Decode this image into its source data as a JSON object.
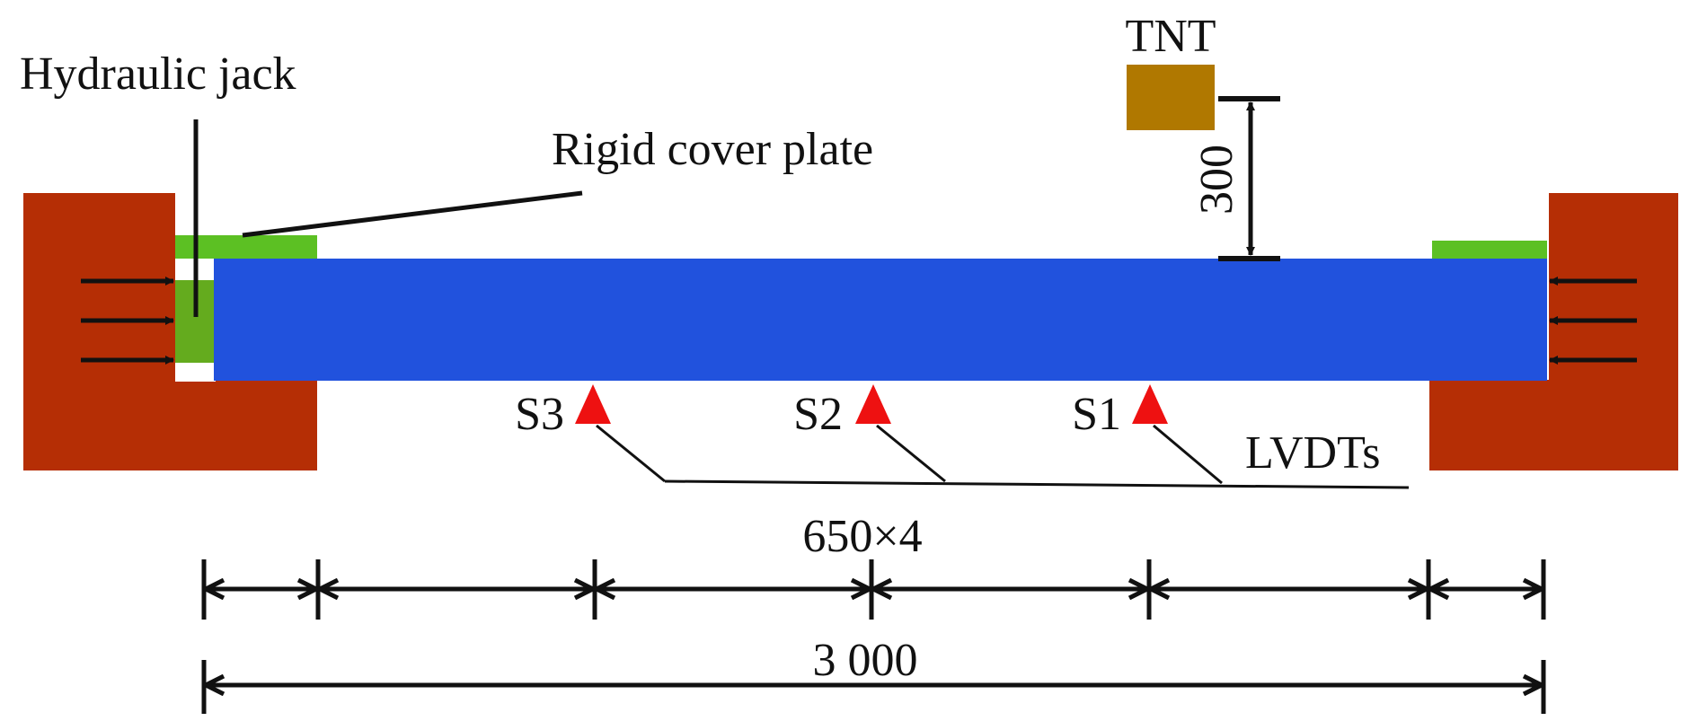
{
  "labels": {
    "hydraulic_jack": "Hydraulic jack",
    "rigid_cover_plate": "Rigid cover plate",
    "tnt": "TNT",
    "standoff": "300",
    "lvdts": "LVDTs",
    "s1": "S1",
    "s2": "S2",
    "s3": "S3",
    "segment_spacing": "650×4",
    "total_span": "3 000"
  },
  "colors": {
    "support": "#b52e05",
    "slab": "#2152dd",
    "cover_plate": "#5cc023",
    "jack": "#64ab1e",
    "tnt": "#b07800",
    "sensor": "#ee1111",
    "line": "#111111"
  },
  "icons": {
    "arrows": "arrow-right-icon / arrow-left-icon",
    "sensors": "triangle-up-icon"
  }
}
